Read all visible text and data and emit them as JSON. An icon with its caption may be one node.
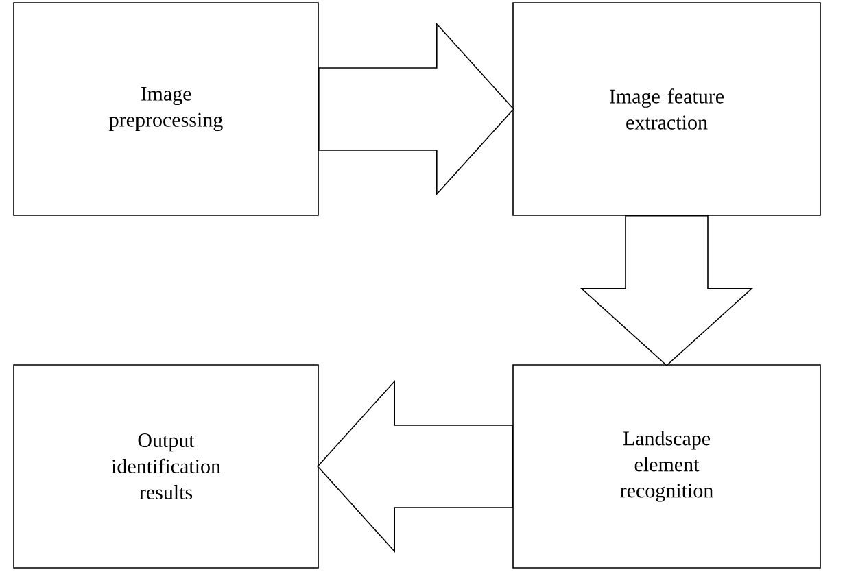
{
  "diagram": {
    "nodes": [
      {
        "text": [
          "Image preprocessing"
        ]
      },
      {
        "text": [
          "Image feature extraction"
        ]
      },
      {
        "text": [
          "Landscape element recognition"
        ]
      },
      {
        "text": [
          "Output identification results"
        ]
      }
    ],
    "edges": [
      {
        "from": 0,
        "to": 1,
        "arrow": "to"
      },
      {
        "from": 1,
        "to": 2,
        "arrow": "to"
      },
      {
        "from": 2,
        "to": 3,
        "arrow": "to"
      }
    ]
  }
}
